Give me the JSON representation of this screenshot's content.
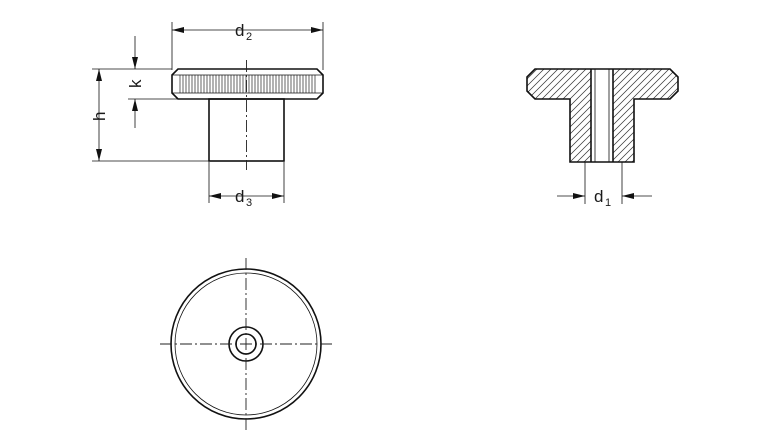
{
  "dimensions": {
    "d2": {
      "base": "d",
      "sub": "2"
    },
    "d3": {
      "base": "d",
      "sub": "3"
    },
    "d1": {
      "base": "d",
      "sub": "1"
    },
    "h": "h",
    "k": "k"
  }
}
